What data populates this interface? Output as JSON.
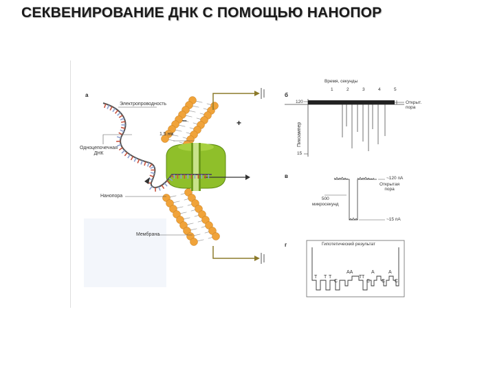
{
  "slide": {
    "title": "СЕКВЕНИРОВАНИЕ ДНК С ПОМОЩЬЮ НАНОПОР"
  },
  "panel_a": {
    "letter": "а",
    "labels": {
      "conductivity": "Электропроводность",
      "size": "1,5 нм",
      "ssdna": "Одноцепочечная\nДНК",
      "nanopore": "Нанопора",
      "membrane": "Мембрана"
    },
    "signs": {
      "minus": "–",
      "plus": "+"
    }
  },
  "panel_b": {
    "letter": "б",
    "time_label": "Время, секунды",
    "ticks": [
      "1",
      "2",
      "3",
      "4",
      "5"
    ],
    "ylabel": "Пикоампер",
    "y_top": "120",
    "y_bottom": "15",
    "open_pore": "Открыт.\nпора"
  },
  "panel_v": {
    "letter": "в",
    "current_high": "~120 пА",
    "open_pore": "Открытая\nпора",
    "scale": "500\nмикросекунд",
    "current_low": "~15 пА"
  },
  "panel_g": {
    "letter": "г",
    "caption": "Гипотетический результат",
    "bases_top": [
      "AA",
      "A",
      "A"
    ],
    "bases_bottom": [
      "T",
      "T",
      "T",
      "C",
      "T",
      "T",
      "C",
      "C",
      "C"
    ]
  },
  "colors": {
    "protein": "#8fbf2a",
    "lipid_head": "#f0a33a",
    "dna_blue": "#8c9fd0",
    "dna_red": "#c8503c",
    "electrode": "#8c7a2a"
  }
}
